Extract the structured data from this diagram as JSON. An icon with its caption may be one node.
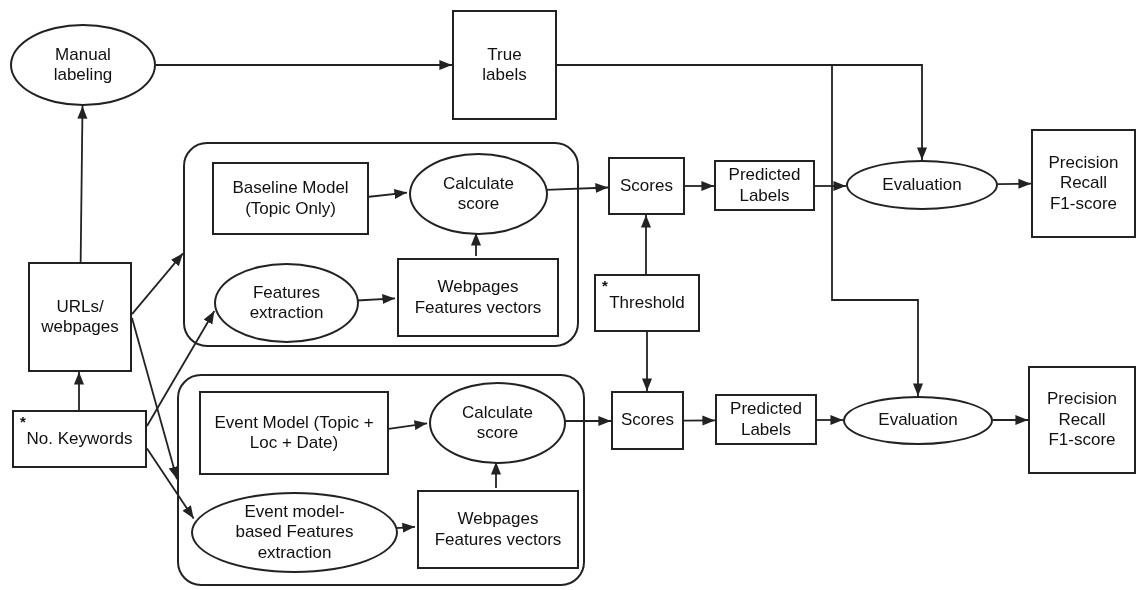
{
  "diagram": {
    "nodes": [
      {
        "text": [
          "Manual labeling"
        ]
      },
      {
        "text": [
          "True labels"
        ]
      },
      {
        "text": [
          "URLs/ webpages"
        ]
      },
      {
        "text": [
          "*",
          "No. Keywords"
        ]
      },
      {
        "text": [],
        "shape": "box"
      },
      {
        "text": [
          "Baseline Model (Topic Only)"
        ],
        "in": 4
      },
      {
        "text": [
          "Calculate score"
        ],
        "in": 4
      },
      {
        "text": [
          "Features extraction"
        ],
        "in": 4
      },
      {
        "text": [
          "Webpages Features vectors"
        ],
        "in": 4
      },
      {
        "text": [
          "Scores"
        ]
      },
      {
        "text": [
          "Predicted Labels"
        ]
      },
      {
        "text": [
          "Evaluation"
        ]
      },
      {
        "text": [
          "Precision Recall F1-score"
        ]
      },
      {
        "text": [
          "*",
          "Threshold"
        ]
      },
      {
        "text": [],
        "shape": "box"
      },
      {
        "text": [
          "Event Model (Topic + Loc + Date)"
        ],
        "in": 14
      },
      {
        "text": [
          "Calculate score"
        ],
        "in": 14
      },
      {
        "text": [
          "Event model-based Features extraction"
        ],
        "in": 14
      },
      {
        "text": [
          "Webpages Features vectors"
        ],
        "in": 14
      },
      {
        "text": [
          "Scores"
        ]
      },
      {
        "text": [
          "Predicted Labels"
        ]
      },
      {
        "text": [
          "Evaluation"
        ]
      },
      {
        "text": [
          "Precision Recall F1-score"
        ]
      }
    ],
    "edges": [
      {
        "from": 3,
        "to": 2,
        "arrow": "to"
      },
      {
        "from": 2,
        "to": 0,
        "arrow": "to"
      },
      {
        "from": 0,
        "to": 1,
        "arrow": "to"
      },
      {
        "from": 2,
        "to": 4,
        "arrow": "to"
      },
      {
        "from": 2,
        "to": 14,
        "arrow": "to"
      },
      {
        "from": 3,
        "to": 7,
        "arrow": "to"
      },
      {
        "from": 3,
        "to": 17,
        "arrow": "to"
      },
      {
        "from": 5,
        "to": 6,
        "arrow": "to"
      },
      {
        "from": 7,
        "to": 8,
        "arrow": "to"
      },
      {
        "from": 8,
        "to": 6,
        "arrow": "to"
      },
      {
        "from": 6,
        "to": 9,
        "arrow": "to"
      },
      {
        "from": 13,
        "to": 9,
        "arrow": "to"
      },
      {
        "from": 9,
        "to": 10,
        "arrow": "to"
      },
      {
        "from": 10,
        "to": 11,
        "arrow": "to"
      },
      {
        "from": 11,
        "to": 12,
        "arrow": "to"
      },
      {
        "from": 1,
        "to": 11,
        "arrow": "to"
      },
      {
        "from": 15,
        "to": 16,
        "arrow": "to"
      },
      {
        "from": 17,
        "to": 18,
        "arrow": "to"
      },
      {
        "from": 18,
        "to": 16,
        "arrow": "to"
      },
      {
        "from": 16,
        "to": 19,
        "arrow": "to"
      },
      {
        "from": 13,
        "to": 19,
        "arrow": "to"
      },
      {
        "from": 19,
        "to": 20,
        "arrow": "to"
      },
      {
        "from": 20,
        "to": 21,
        "arrow": "to"
      },
      {
        "from": 21,
        "to": 22,
        "arrow": "to"
      },
      {
        "from": 1,
        "to": 21,
        "arrow": "to"
      }
    ]
  }
}
